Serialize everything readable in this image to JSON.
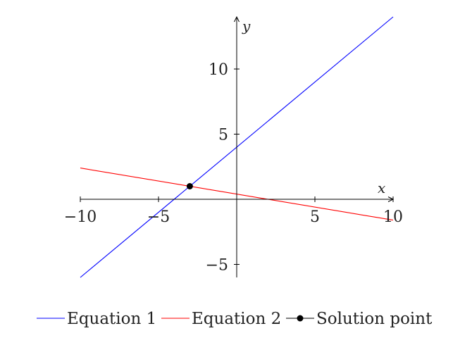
{
  "chart_data": {
    "type": "line",
    "title": "",
    "xlabel": "x",
    "ylabel": "y",
    "xlim": [
      -10,
      10
    ],
    "ylim": [
      -6,
      14
    ],
    "x_ticks": [
      -10,
      -5,
      5,
      10
    ],
    "x_tick_labels": [
      "−10",
      "−5",
      "5",
      "10"
    ],
    "y_ticks": [
      -5,
      5,
      10
    ],
    "y_tick_labels": [
      "−5",
      "5",
      "10"
    ],
    "grid": false,
    "legend_position": "bottom",
    "series": [
      {
        "name": "Equation 1",
        "color": "#0000ff",
        "x": [
          -10,
          10
        ],
        "y": [
          -6,
          14
        ]
      },
      {
        "name": "Equation 2",
        "color": "#ff0000",
        "x": [
          -10,
          10
        ],
        "y": [
          2.4,
          -1.6
        ]
      }
    ],
    "points": [
      {
        "name": "Solution point",
        "color": "#000000",
        "x": [
          -3
        ],
        "y": [
          1
        ]
      }
    ]
  }
}
